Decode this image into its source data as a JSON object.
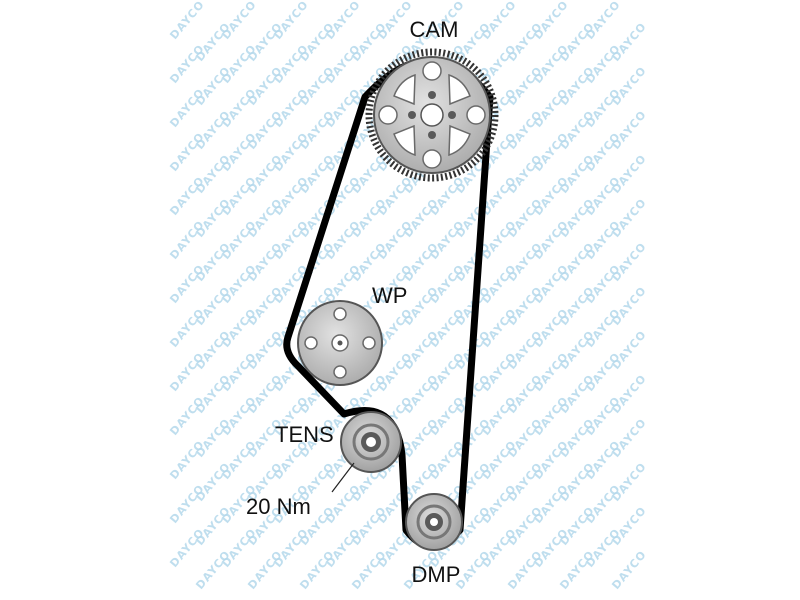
{
  "diagram": {
    "labels": {
      "cam": "CAM",
      "water_pump": "WP",
      "tensioner": "TENS",
      "torque": "20 Nm",
      "damper": "DMP"
    },
    "watermark": "DAYCO"
  },
  "colors": {
    "belt": "#000000",
    "pulley_fill": "#c9c9c9",
    "pulley_stroke": "#4a4a4a",
    "watermark": "#b5d9ec"
  }
}
